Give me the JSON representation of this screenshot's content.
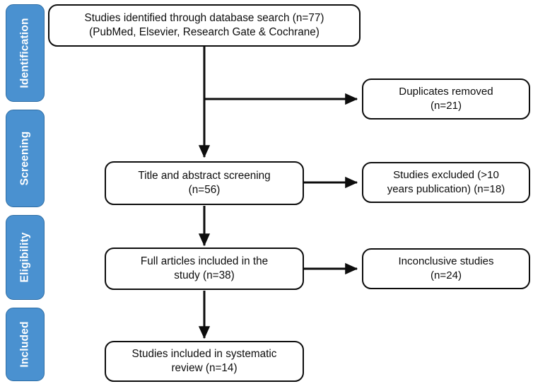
{
  "diagram": {
    "type": "prisma-flow-diagram",
    "colors": {
      "band_fill": "#4a91d0",
      "band_border": "#2e6da4",
      "band_text": "#ffffff",
      "box_border": "#0d0d0d",
      "box_fill": "#ffffff",
      "box_text": "#0d0d0d",
      "connector": "#0d0d0d"
    },
    "stages": [
      {
        "id": "identification",
        "label": "Identification"
      },
      {
        "id": "screening",
        "label": "Screening"
      },
      {
        "id": "eligibility",
        "label": "Eligibility"
      },
      {
        "id": "included",
        "label": "Included"
      }
    ],
    "main_boxes": [
      {
        "id": "records-identified",
        "line1": "Studies identified through database search (n=77)",
        "line2": "(PubMed, Elsevier, Research Gate & Cochrane)",
        "count": 77
      },
      {
        "id": "title-abstract-screening",
        "line1": "Title and abstract screening",
        "line2": "(n=56)",
        "count": 56
      },
      {
        "id": "full-articles-included",
        "line1": "Full articles included in the",
        "line2": "study (n=38)",
        "count": 38
      },
      {
        "id": "studies-included-review",
        "line1": "Studies included in systematic",
        "line2": "review (n=14)",
        "count": 14
      }
    ],
    "excluded_boxes": [
      {
        "id": "duplicates-removed",
        "line1": "Duplicates removed",
        "line2": "(n=21)",
        "count": 21
      },
      {
        "id": "studies-excluded-years",
        "line1": "Studies excluded (>10",
        "line2": "years publication) (n=18)",
        "count": 18
      },
      {
        "id": "inconclusive-studies",
        "line1": "Inconclusive studies",
        "line2": "(n=24)",
        "count": 24
      }
    ]
  }
}
